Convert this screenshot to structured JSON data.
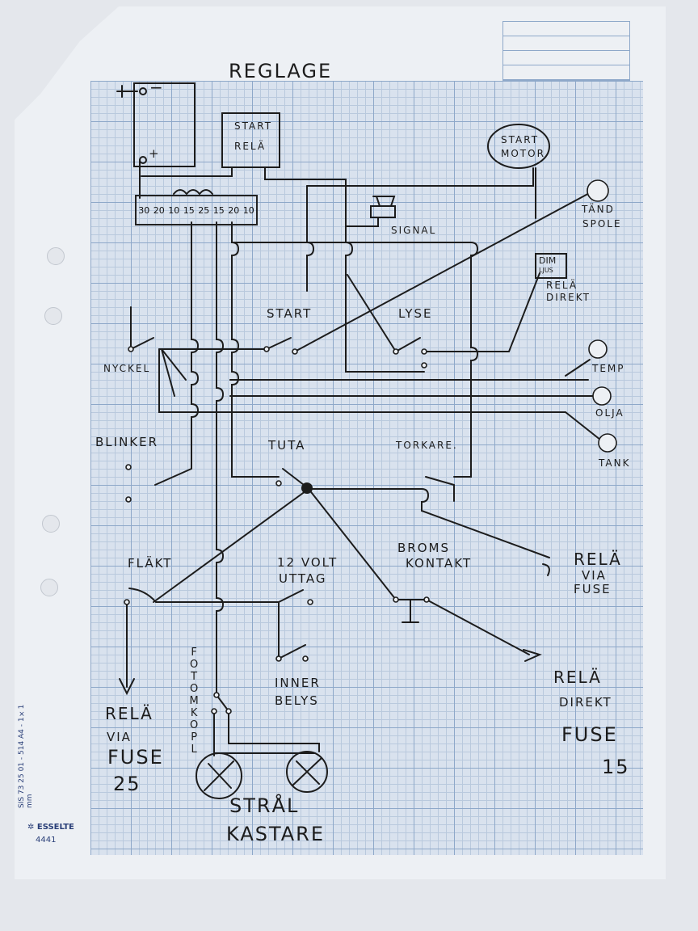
{
  "title": "REGLAGE",
  "fuse_box": {
    "ratings": [
      "30",
      "20",
      "10",
      "15",
      "25",
      "15",
      "20",
      "10"
    ]
  },
  "components": {
    "battery": {
      "minus": "−",
      "plus": "+"
    },
    "start_relay": {
      "line1": "START",
      "line2": "RELÄ"
    },
    "start_motor": {
      "line1": "START",
      "line2": "MOTOR"
    },
    "ignition_coil": {
      "line1": "TÄND",
      "line2": "SPOLE"
    },
    "signal": "SIGNAL",
    "dim_ljus": {
      "line1": "DIM",
      "line2": "LJUS",
      "note1": "RELÄ",
      "note2": "DIREKT"
    },
    "gauges": [
      "TEMP",
      "OLJA",
      "TANK"
    ]
  },
  "switches": {
    "nyckel": "NYCKEL",
    "start": "START",
    "lyse": "LYSE",
    "blinker": "BLINKER",
    "tuta": "TUTA",
    "torkare": "TORKARE.",
    "broms": {
      "line1": "BROMS",
      "line2": "KONTAKT"
    },
    "flakt": "FLÄKT",
    "uttag": {
      "line1": "12 VOLT",
      "line2": "UTTAG"
    },
    "inner": {
      "line1": "INNER",
      "line2": "BELYS"
    },
    "fotomkopl": "FOTOMKOPL"
  },
  "outputs": {
    "rela_via_fuse_right": {
      "line1": "RELÄ",
      "line2": "VIA",
      "line3": "FUSE"
    },
    "rela_direkt_fuse": {
      "line1": "RELÄ",
      "line2": "DIREKT",
      "line3": "FUSE",
      "line4": "15"
    },
    "rela_via_fuse_left": {
      "line1": "RELÄ",
      "line2": "VIA",
      "line3": "FUSE",
      "line4": "25"
    },
    "stralkastare": {
      "line1": "STRÅL",
      "line2": "KASTARE"
    }
  },
  "paper_print": {
    "code": "SIS 73 25 01 - 514 A4 - 1×1 mm",
    "brand": "ESSELTE",
    "number": "4441"
  },
  "colors": {
    "ink": "#1c1c1c",
    "grid_major": "#8ea8c9",
    "grid_minor": "#b9c9dd",
    "paper": "#d9e2ee",
    "print": "#2a3f78"
  }
}
